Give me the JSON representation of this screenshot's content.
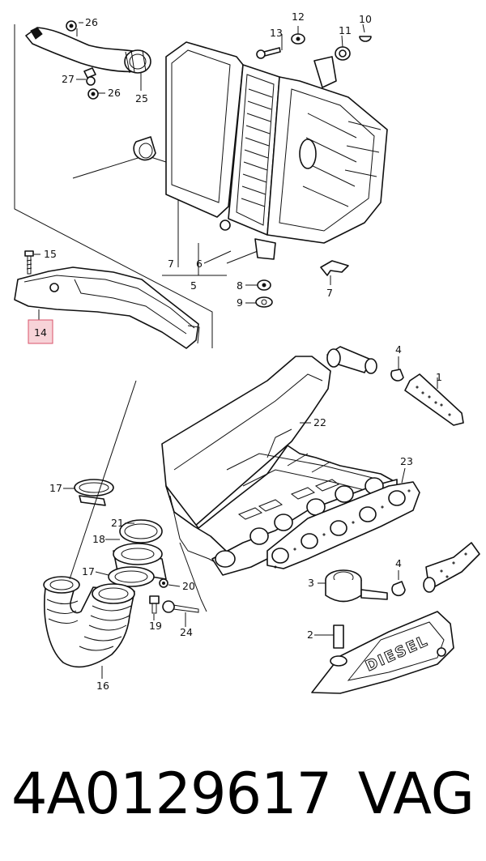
{
  "diagram": {
    "labels": {
      "p1": "1",
      "p2": "2",
      "p3": "3",
      "p4a": "4",
      "p4b": "4",
      "p5": "5",
      "p6": "6",
      "p7a": "7",
      "p7b": "7",
      "p8": "8",
      "p9": "9",
      "p10": "10",
      "p11": "11",
      "p12": "12",
      "p13": "13",
      "p14": "14",
      "p15": "15",
      "p16": "16",
      "p17a": "17",
      "p17b": "17",
      "p18": "18",
      "p19": "19",
      "p20": "20",
      "p21": "21",
      "p22": "22",
      "p23": "23",
      "p24": "24",
      "p25": "25",
      "p26a": "26",
      "p26b": "26",
      "p27": "27"
    },
    "cover_text": "DIESEL",
    "highlight_color": "#f7d3d8"
  },
  "footer": {
    "part_number": "4A0129617",
    "brand": "VAG"
  }
}
